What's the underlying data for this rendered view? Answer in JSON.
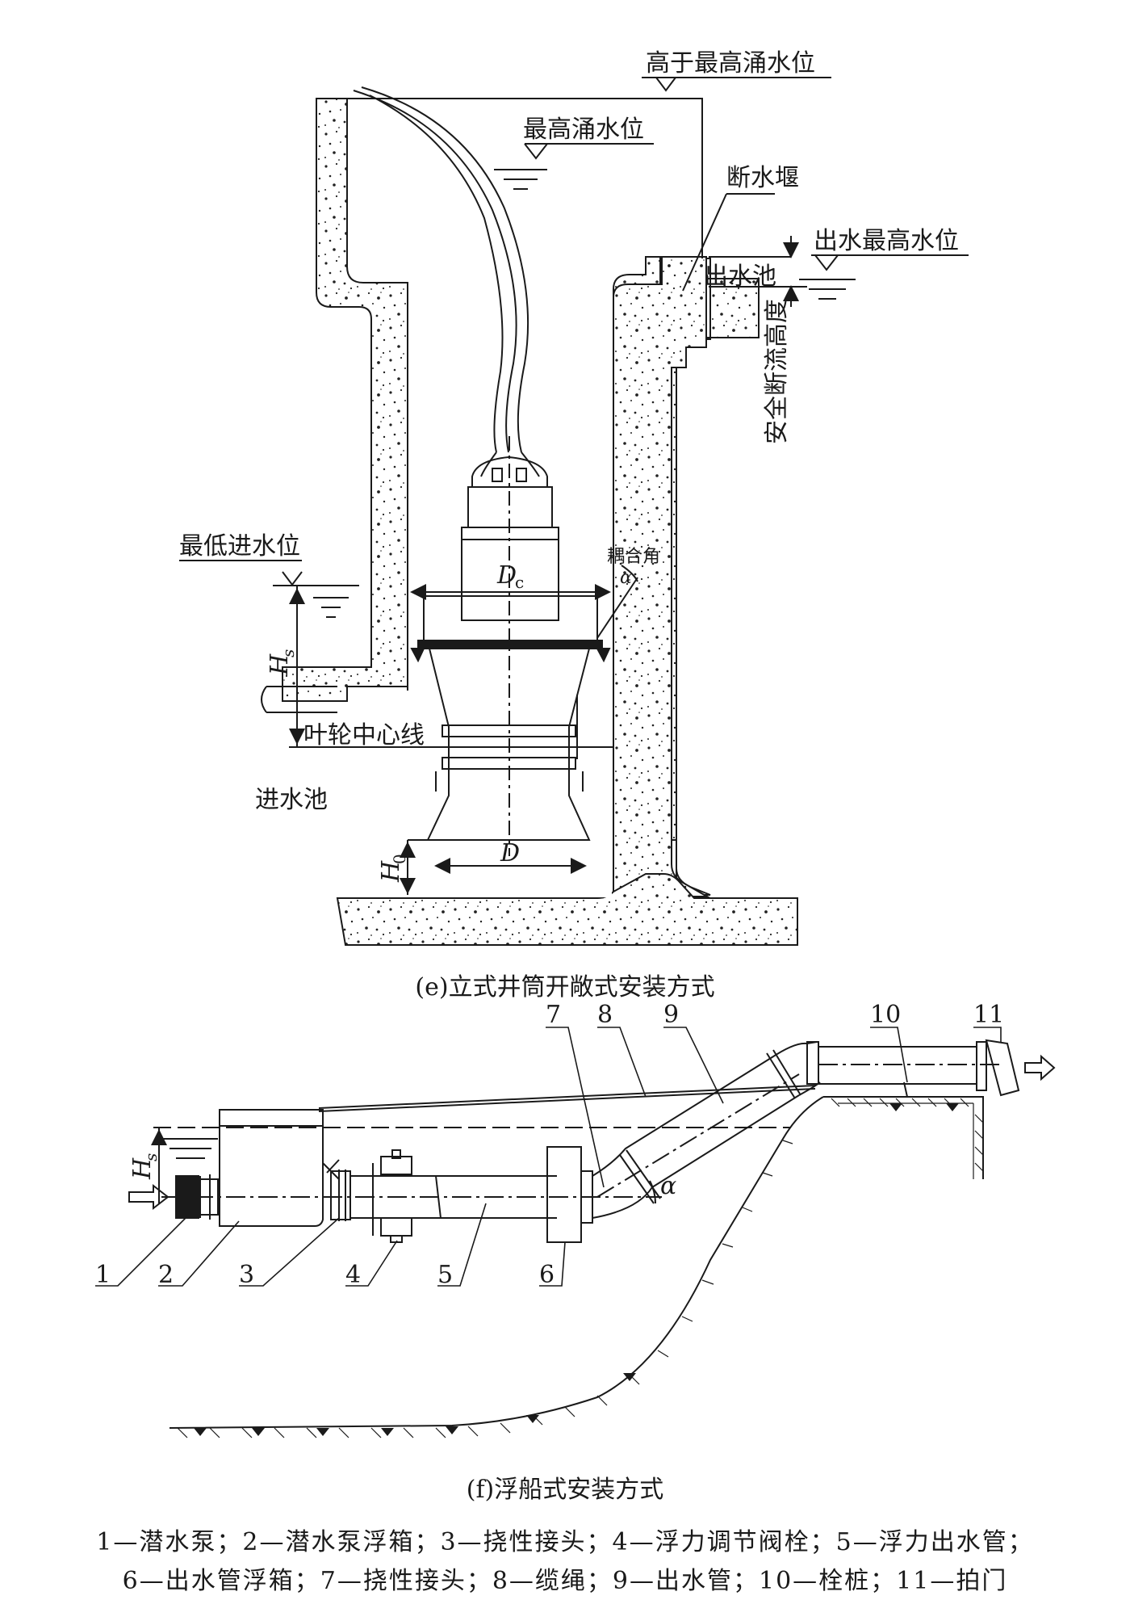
{
  "figure_e": {
    "caption": "(e)立式井筒开敞式安装方式",
    "labels": {
      "above_max_surge": "高于最高涌水位",
      "max_surge": "最高涌水位",
      "cutoff_weir": "断水堰",
      "outlet_max_level": "出水最高水位",
      "outlet_pool": "出水池",
      "safe_cutoff_height": "安全断流高度",
      "min_inlet_level": "最低进水位",
      "coupling_angle": "耦合角",
      "alpha": "α",
      "impeller_centerline": "叶轮中心线",
      "inlet_pool": "进水池",
      "hs_main": "H",
      "hs_sub": "s",
      "h0_main": "H",
      "h0_sub": "0",
      "dc_main": "D",
      "dc_sub": "c",
      "d": "D"
    }
  },
  "figure_f": {
    "caption": "(f)浮船式安装方式",
    "labels": {
      "hs_main": "H",
      "hs_sub": "s",
      "alpha": "α",
      "callouts": [
        "1",
        "2",
        "3",
        "4",
        "5",
        "6",
        "7",
        "8",
        "9",
        "10",
        "11"
      ]
    }
  },
  "legend": {
    "line1": "1—潜水泵；2—潜水泵浮箱；3—挠性接头；4—浮力调节阀栓；5—浮力出水管；",
    "line2": "6—出水管浮箱；7—挠性接头；8—缆绳；9—出水管；10—栓桩；11—拍门"
  }
}
